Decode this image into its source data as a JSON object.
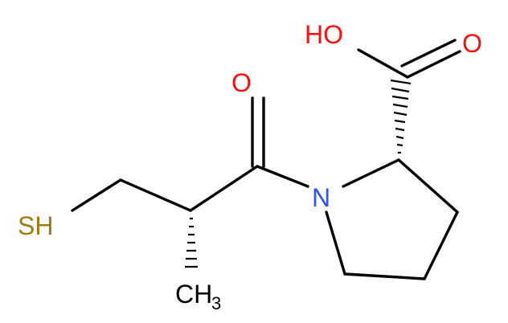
{
  "structure": {
    "atoms": {
      "hydroxyl": "HO",
      "carbonyl_oxygen_acid": "O",
      "carbonyl_oxygen_amide": "O",
      "nitrogen": "N",
      "thiol": "SH",
      "methyl": "CH",
      "methyl_subscript": "3"
    }
  },
  "colors": {
    "bond": "#000000",
    "oxygen": "#ff0d0d",
    "nitrogen": "#3050f8",
    "sulfur": "#9e7c0f",
    "carbon": "#000000",
    "background": "#ffffff"
  }
}
